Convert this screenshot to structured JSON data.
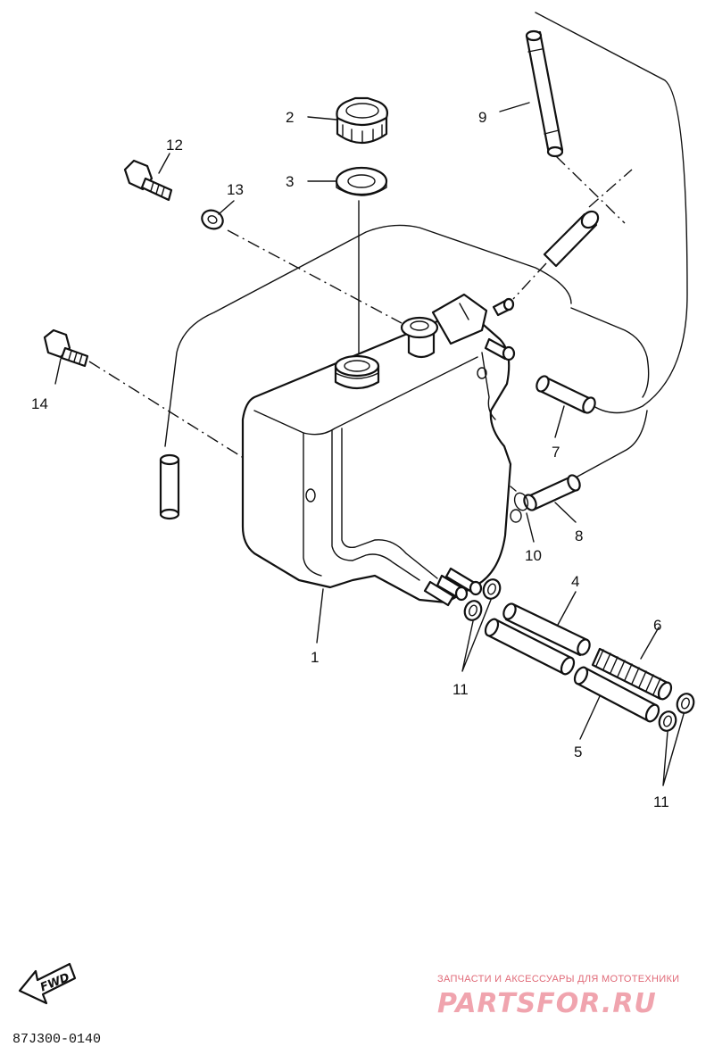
{
  "diagram": {
    "callouts": {
      "c1": "1",
      "c2": "2",
      "c3": "3",
      "c4": "4",
      "c5": "5",
      "c6": "6",
      "c7": "7",
      "c8": "8",
      "c9": "9",
      "c10": "10",
      "c11a": "11",
      "c11b": "11",
      "c12": "12",
      "c13": "13",
      "c14": "14"
    },
    "fwd_label": "FWD",
    "drawing_code": "87J300-0140"
  },
  "watermark": {
    "tagline": "ЗАПЧАСТИ И АКСЕССУАРЫ ДЛЯ МОТОТЕХНИКИ",
    "brand": "PARTSFOR.RU"
  }
}
